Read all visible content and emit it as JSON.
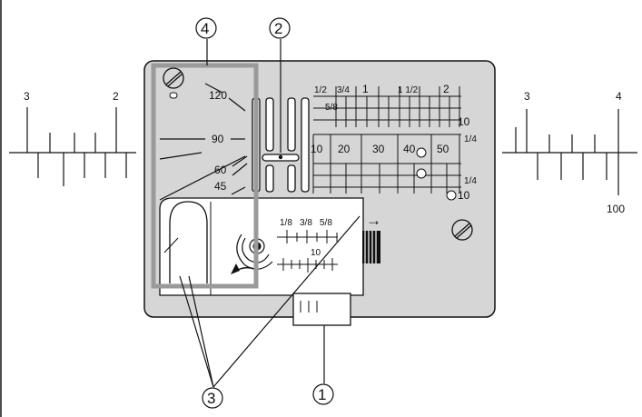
{
  "callouts": {
    "one": "1",
    "two": "2",
    "three": "3",
    "four": "4"
  },
  "left_scale": {
    "label_a": "3",
    "label_b": "2"
  },
  "right_scale": {
    "label_a": "3",
    "label_b": "4",
    "label_c": "100"
  },
  "angle_guides": {
    "a120": "120",
    "a90": "90",
    "a60": "60",
    "a45": "45"
  },
  "fraction_scale": {
    "half": "1/2",
    "three_quarters": "3/4",
    "one": "1",
    "one_half": "1 1/2",
    "two": "2",
    "five_eighths": "5/8",
    "end": "10"
  },
  "metric_scale": {
    "m10": "10",
    "m20": "20",
    "m30": "30",
    "m40": "40",
    "m50": "50",
    "quarter_top": "1/4",
    "quarter_bottom": "1/4",
    "end": "10"
  },
  "cover_plate": {
    "e18": "1/8",
    "e38": "3/8",
    "e58": "5/8",
    "ten": "10",
    "arrow": "→"
  },
  "colors": {
    "plate": "#d6d6d6",
    "frame": "#9a9a9a",
    "line": "#111111"
  }
}
